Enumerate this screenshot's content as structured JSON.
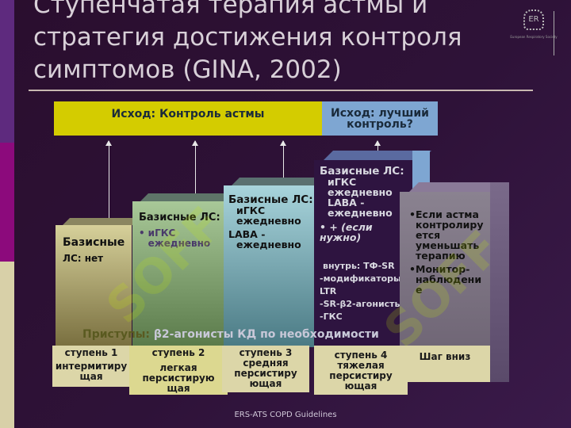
{
  "title": {
    "line1": "Ступенчатая терапия астмы и",
    "line2": "стратегия достижения контроля",
    "line3": "симптомов (GINA, 2002)"
  },
  "logo": {
    "text": "European Respiratory Society"
  },
  "outcomes": {
    "control": "Исход: Контроль астмы",
    "better_line1": "Исход: лучший",
    "better_line2": "контроль?"
  },
  "columns": [
    {
      "head": "Базисные",
      "sub": "ЛС: нет"
    },
    {
      "head": "Базисные ЛС:",
      "bullet": "иГКС ежедневно"
    },
    {
      "head": "Базисные ЛС:",
      "l1": "иГКС",
      "l2": "ежедневно",
      "l3": "LABA -",
      "l4": "ежедневно"
    },
    {
      "head": "Базисные ЛС:",
      "l1": "иГКС",
      "l2": "ежедневно",
      "l3": "LABA -",
      "l4": "ежедневно",
      "bullet": "+ (если нужно)",
      "o1": "внутрь: ТФ-SR",
      "o2": "-модификаторы LTR",
      "o3": "-SR-β2-агонисты",
      "o4": "-ГКС"
    },
    {
      "b1": "Если астма контролиру ется уменьшать терапию",
      "b2": "Монитор-наблюдени е"
    }
  ],
  "attacks": {
    "label": "Приступы:",
    "text": "β2-агонисты КД по необходимости"
  },
  "steps": [
    {
      "l1": "ступень 1",
      "l2": "интермитиру",
      "l3": "щая"
    },
    {
      "l1": "ступень 2",
      "l2": "легкая",
      "l3": "персистирую",
      "l4": "щая"
    },
    {
      "l1": "ступень 3",
      "l2": "средняя",
      "l3": "персистиру",
      "l4": "ющая"
    },
    {
      "l1": "ступень  4",
      "l2": "тяжелая",
      "l3": "персистиру",
      "l4": "ющая"
    },
    {
      "l1": "Шаг вниз"
    }
  ],
  "footer": "ERS-ATS COPD Guidelines",
  "watermark": "SOFF"
}
